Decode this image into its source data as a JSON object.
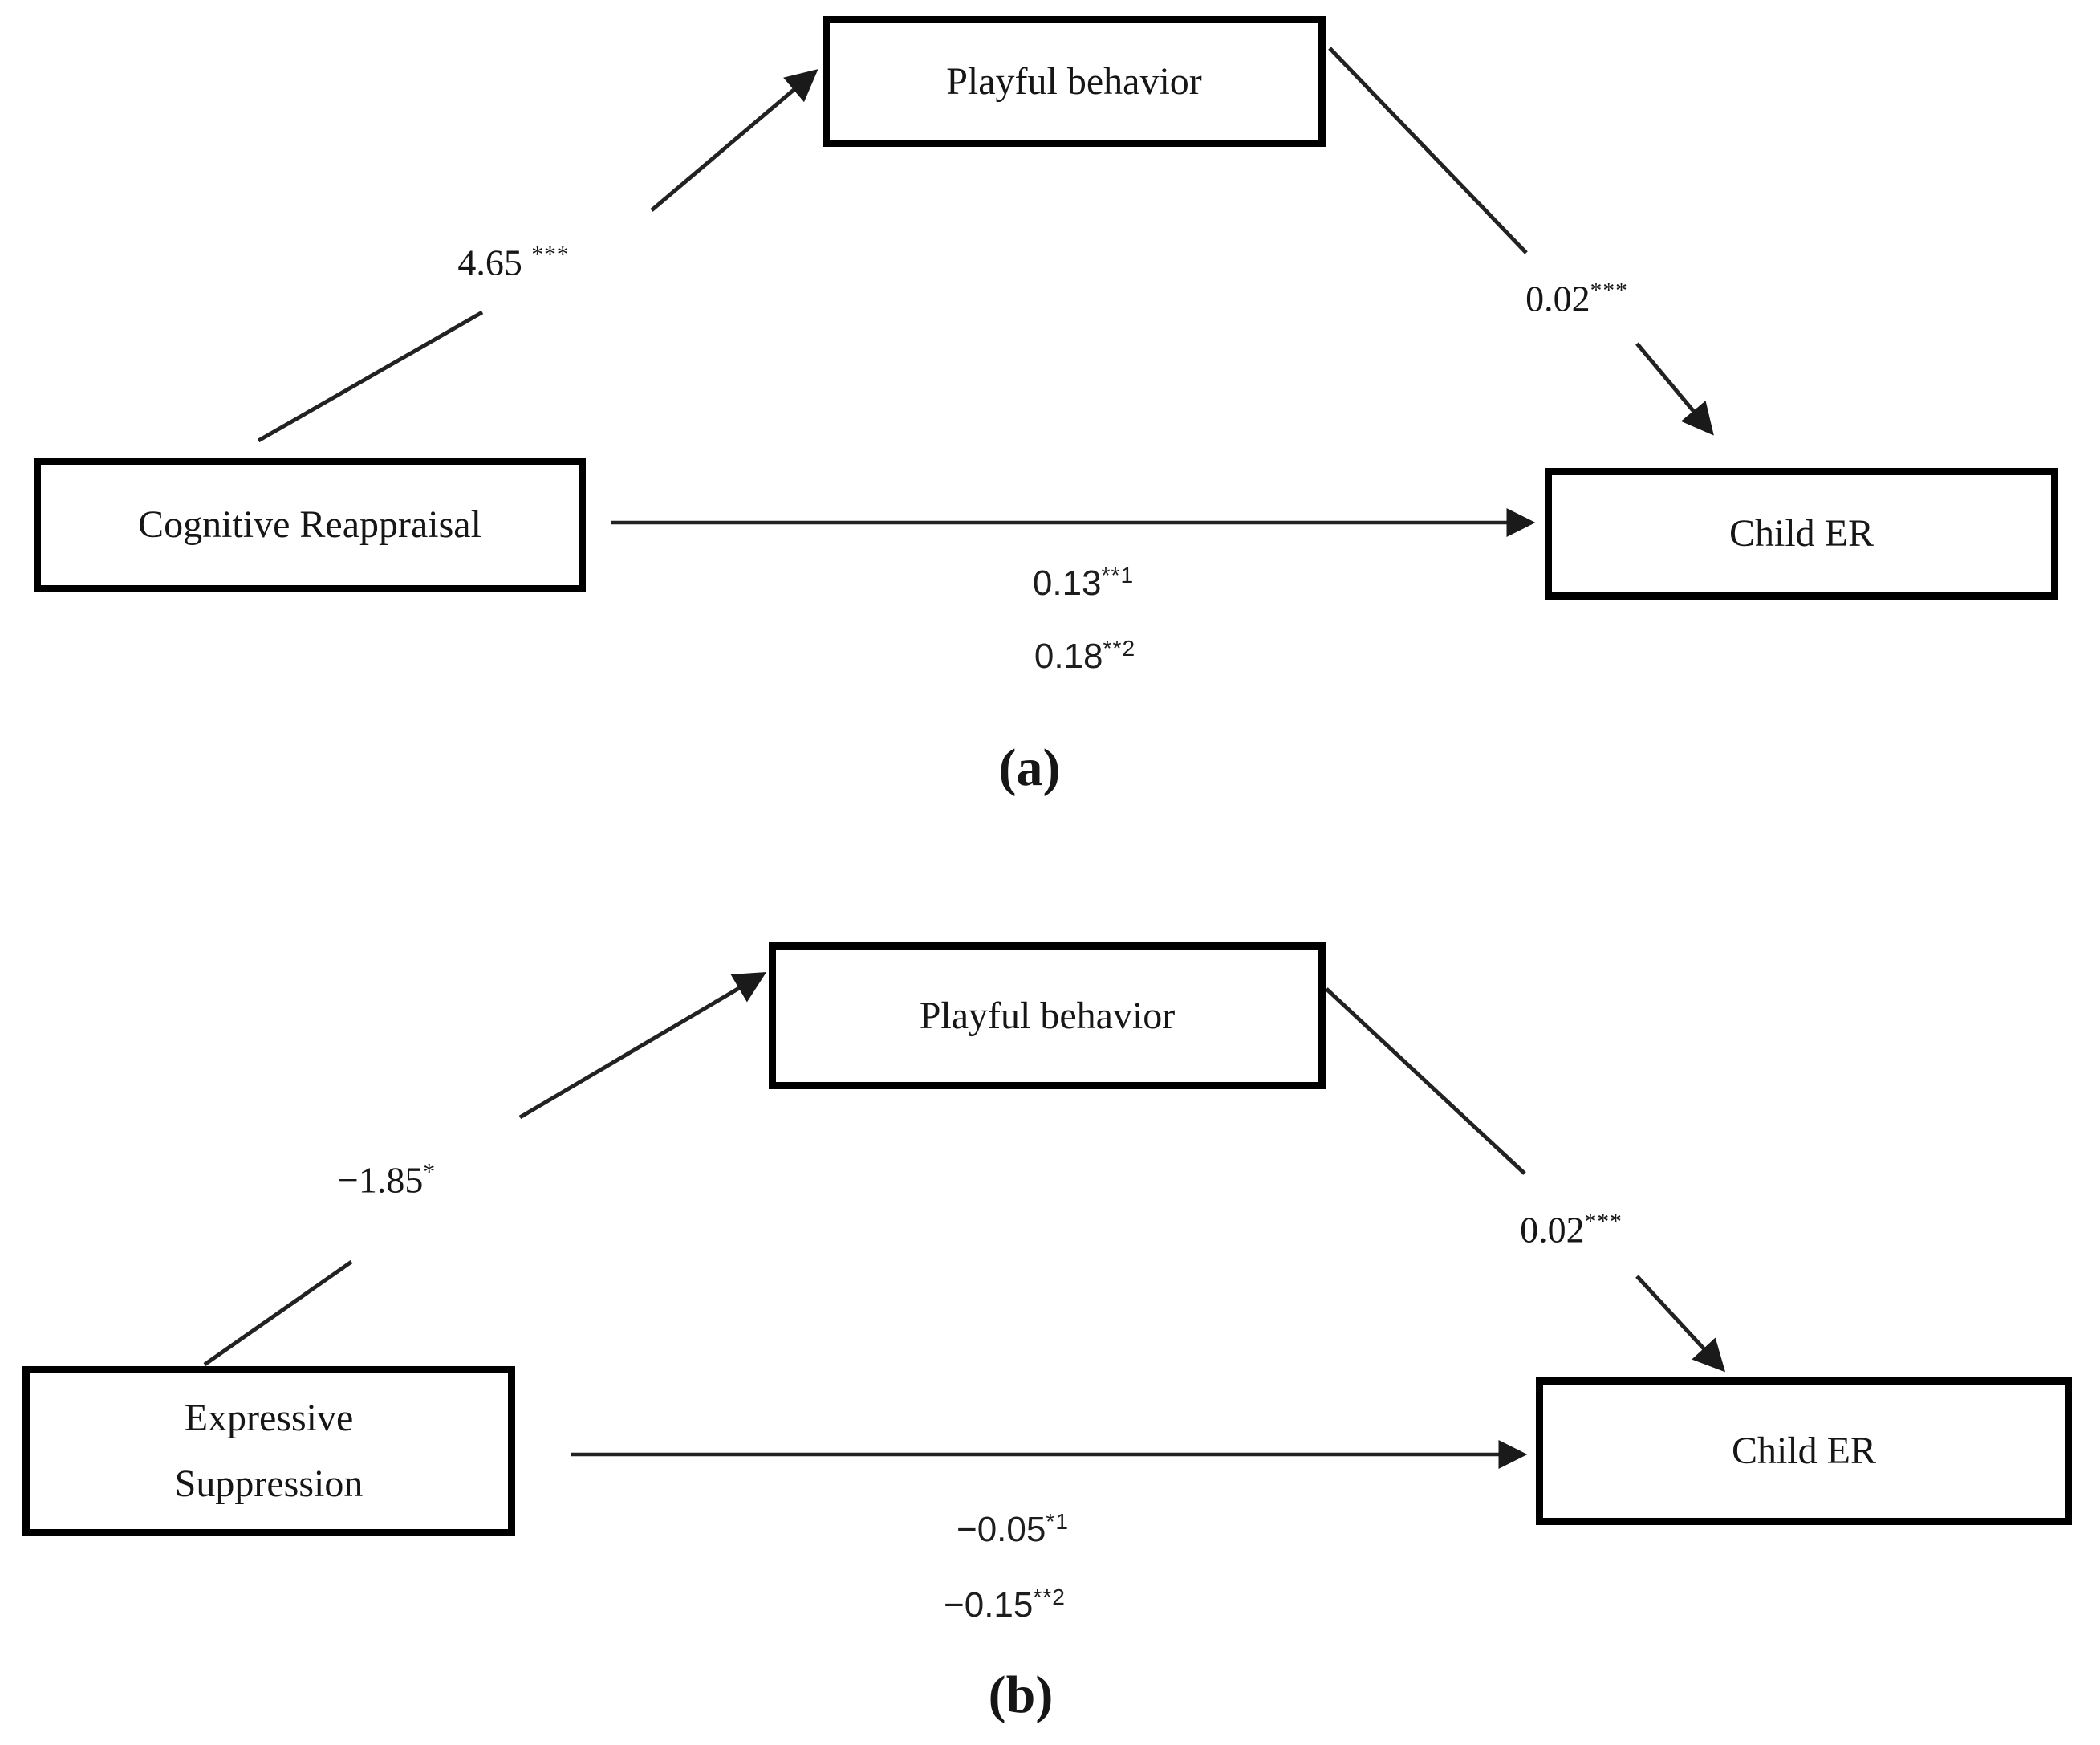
{
  "figure": {
    "panel_a": {
      "caption": "(a)",
      "boxes": {
        "predictor": "Cognitive Reappraisal",
        "mediator": "Playful behavior",
        "outcome": "Child ER"
      },
      "paths": {
        "predictor_to_mediator": {
          "value": "4.65 ",
          "sig": "***"
        },
        "mediator_to_outcome": {
          "value": "0.02",
          "sig": "***"
        },
        "direct_effect_1": {
          "value": "0.13",
          "sig": "**1"
        },
        "direct_effect_2": {
          "value": "0.18",
          "sig": "**2"
        }
      }
    },
    "panel_b": {
      "caption": "(b)",
      "boxes": {
        "predictor_lines": [
          "Expressive",
          "Suppression"
        ],
        "mediator": "Playful behavior",
        "outcome": "Child ER"
      },
      "paths": {
        "predictor_to_mediator": {
          "value": "−1.85",
          "sig": "*"
        },
        "mediator_to_outcome": {
          "value": "0.02",
          "sig": "***"
        },
        "direct_effect_1": {
          "value": "−0.05",
          "sig": "*1"
        },
        "direct_effect_2": {
          "value": "−0.15",
          "sig": "**2"
        }
      }
    },
    "colors": {
      "background": "#ffffff",
      "box_border": "#000000",
      "line": "#222222",
      "text": "#161616"
    }
  }
}
